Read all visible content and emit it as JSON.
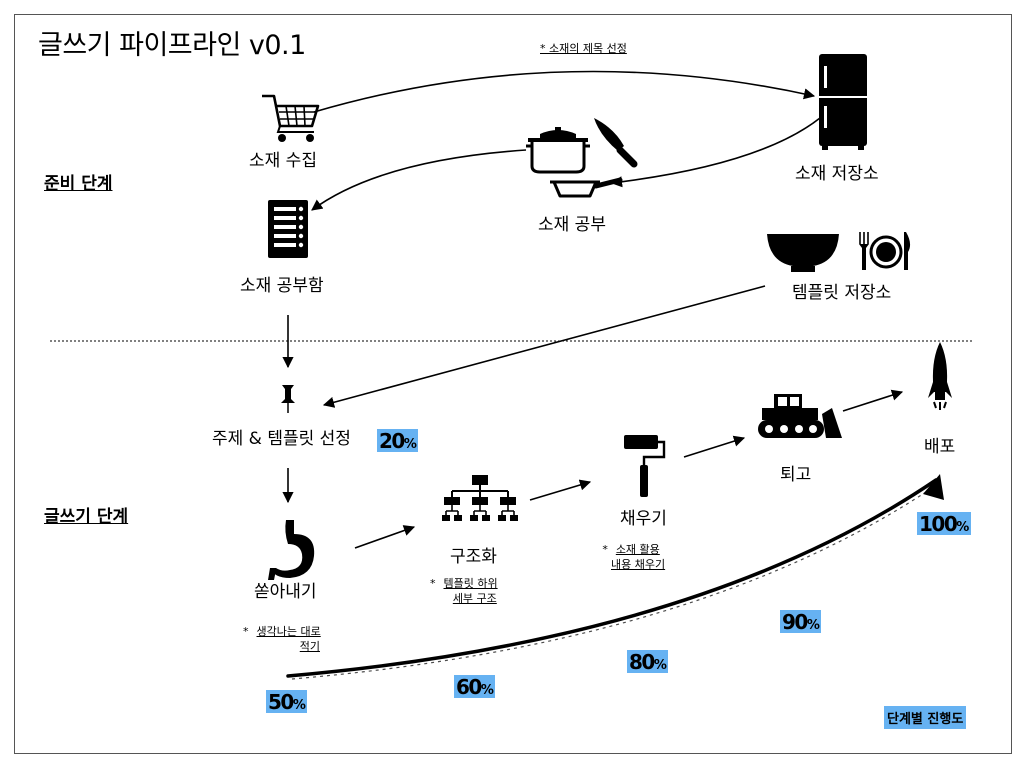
{
  "title": "글쓰기 파이프라인 v0.1",
  "sections": {
    "prep": "준비 단계",
    "writing": "글쓰기 단계"
  },
  "nodes": {
    "collect": "소재 수집",
    "storage": "소재 저장소",
    "study": "소재 공부",
    "study_box": "소재 공부함",
    "template_storage": "템플릿 저장소",
    "select": "주제 & 템플릿 선정",
    "dump": "쏟아내기",
    "structure": "구조화",
    "fill": "채우기",
    "revise": "퇴고",
    "deploy": "배포"
  },
  "notes": {
    "top_arrow": "* 소재의 제목 선정",
    "dump": {
      "star": "*",
      "line1": "생각나는 대로",
      "line2": "적기"
    },
    "structure": {
      "star": "*",
      "line1": "템플릿 하위",
      "line2": "세부 구조"
    },
    "fill": {
      "star": "*",
      "line1": "소재 활용",
      "line2": "내용 채우기"
    }
  },
  "progress": [
    {
      "value": "20",
      "unit": "%"
    },
    {
      "value": "50",
      "unit": "%"
    },
    {
      "value": "60",
      "unit": "%"
    },
    {
      "value": "80",
      "unit": "%"
    },
    {
      "value": "90",
      "unit": "%"
    },
    {
      "value": "100",
      "unit": "%"
    }
  ],
  "legend": "단계별 진행도",
  "colors": {
    "highlight": "#66b2f2",
    "ink": "#000000",
    "frame": "#555555"
  },
  "icons": [
    "shopping-cart-icon",
    "refrigerator-icon",
    "pot-icon",
    "knife-icon",
    "frying-pan-icon",
    "checklist-icon",
    "bowl-icon",
    "plate-cutlery-icon",
    "pushpin-icon",
    "stomach-icon",
    "org-chart-icon",
    "paint-roller-icon",
    "bulldozer-icon",
    "rocket-icon"
  ]
}
